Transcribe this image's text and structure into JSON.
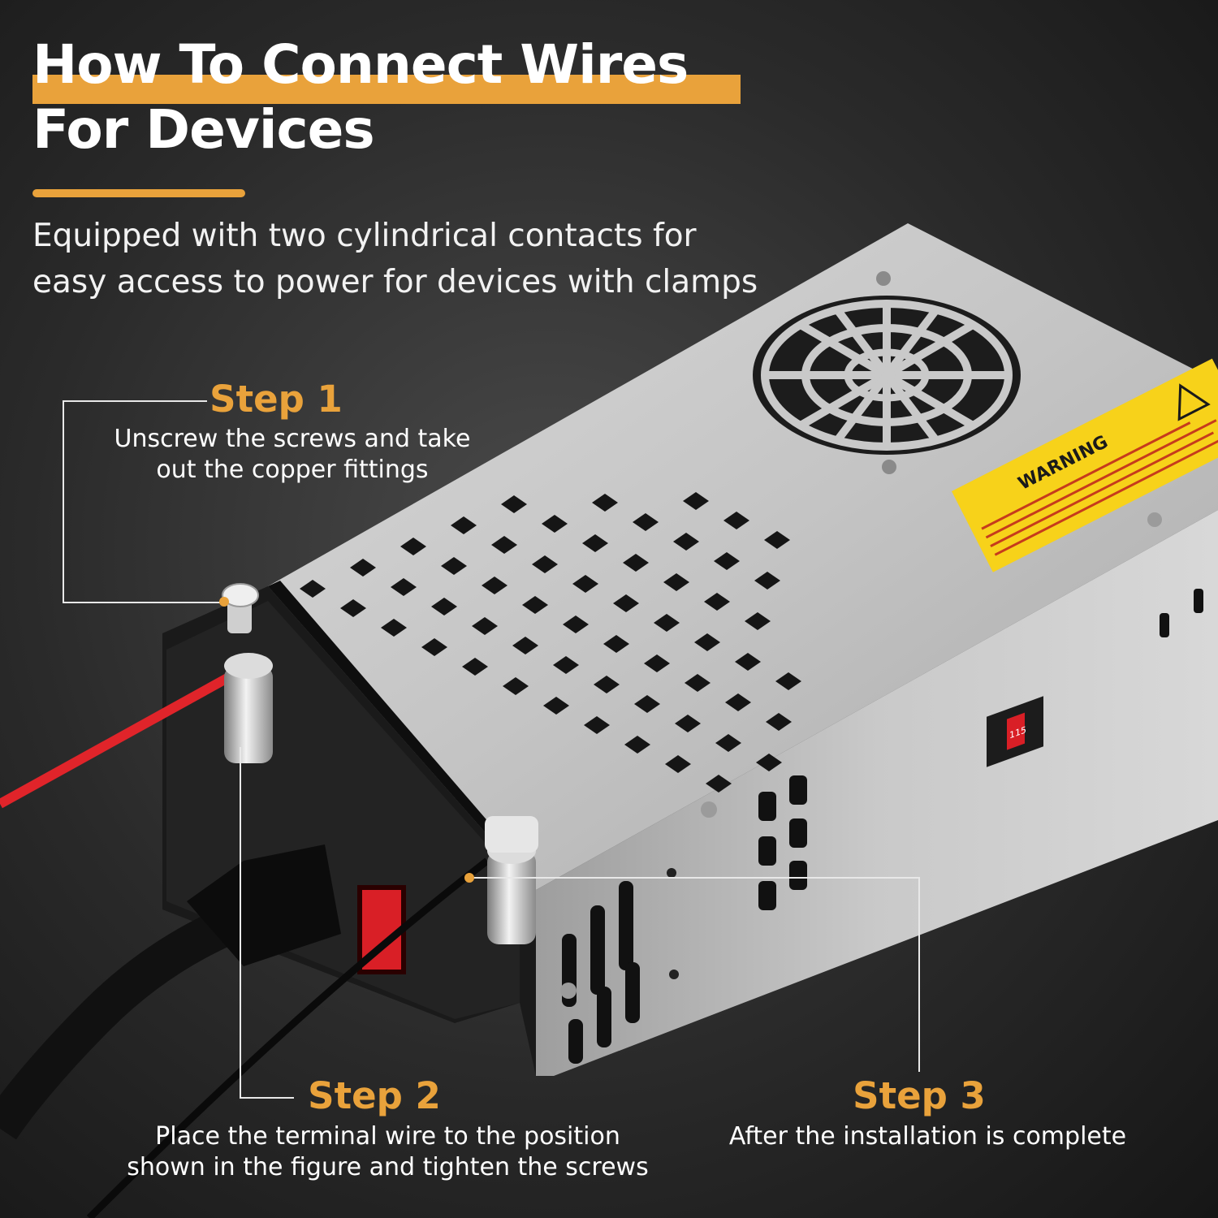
{
  "header": {
    "title_line1": "How To Connect Wires",
    "title_line2": "For Devices",
    "subtitle_line1": "Equipped with two cylindrical contacts for",
    "subtitle_line2": "easy access to power for devices with clamps"
  },
  "steps": [
    {
      "title": "Step 1",
      "desc_line1": "Unscrew the screws and take",
      "desc_line2": "out the copper fittings"
    },
    {
      "title": "Step 2",
      "desc_line1": "Place the terminal wire to the position",
      "desc_line2": "shown in the figure and tighten the screws"
    },
    {
      "title": "Step 3",
      "desc_line1": "After the installation is complete"
    }
  ],
  "product": {
    "warning_label": "WARNING",
    "voltage_switch": "115"
  },
  "colors": {
    "accent": "#e9a23b",
    "wire_red": "#e0242a",
    "label_yellow": "#f7d21a",
    "switch_red": "#d91f26"
  }
}
